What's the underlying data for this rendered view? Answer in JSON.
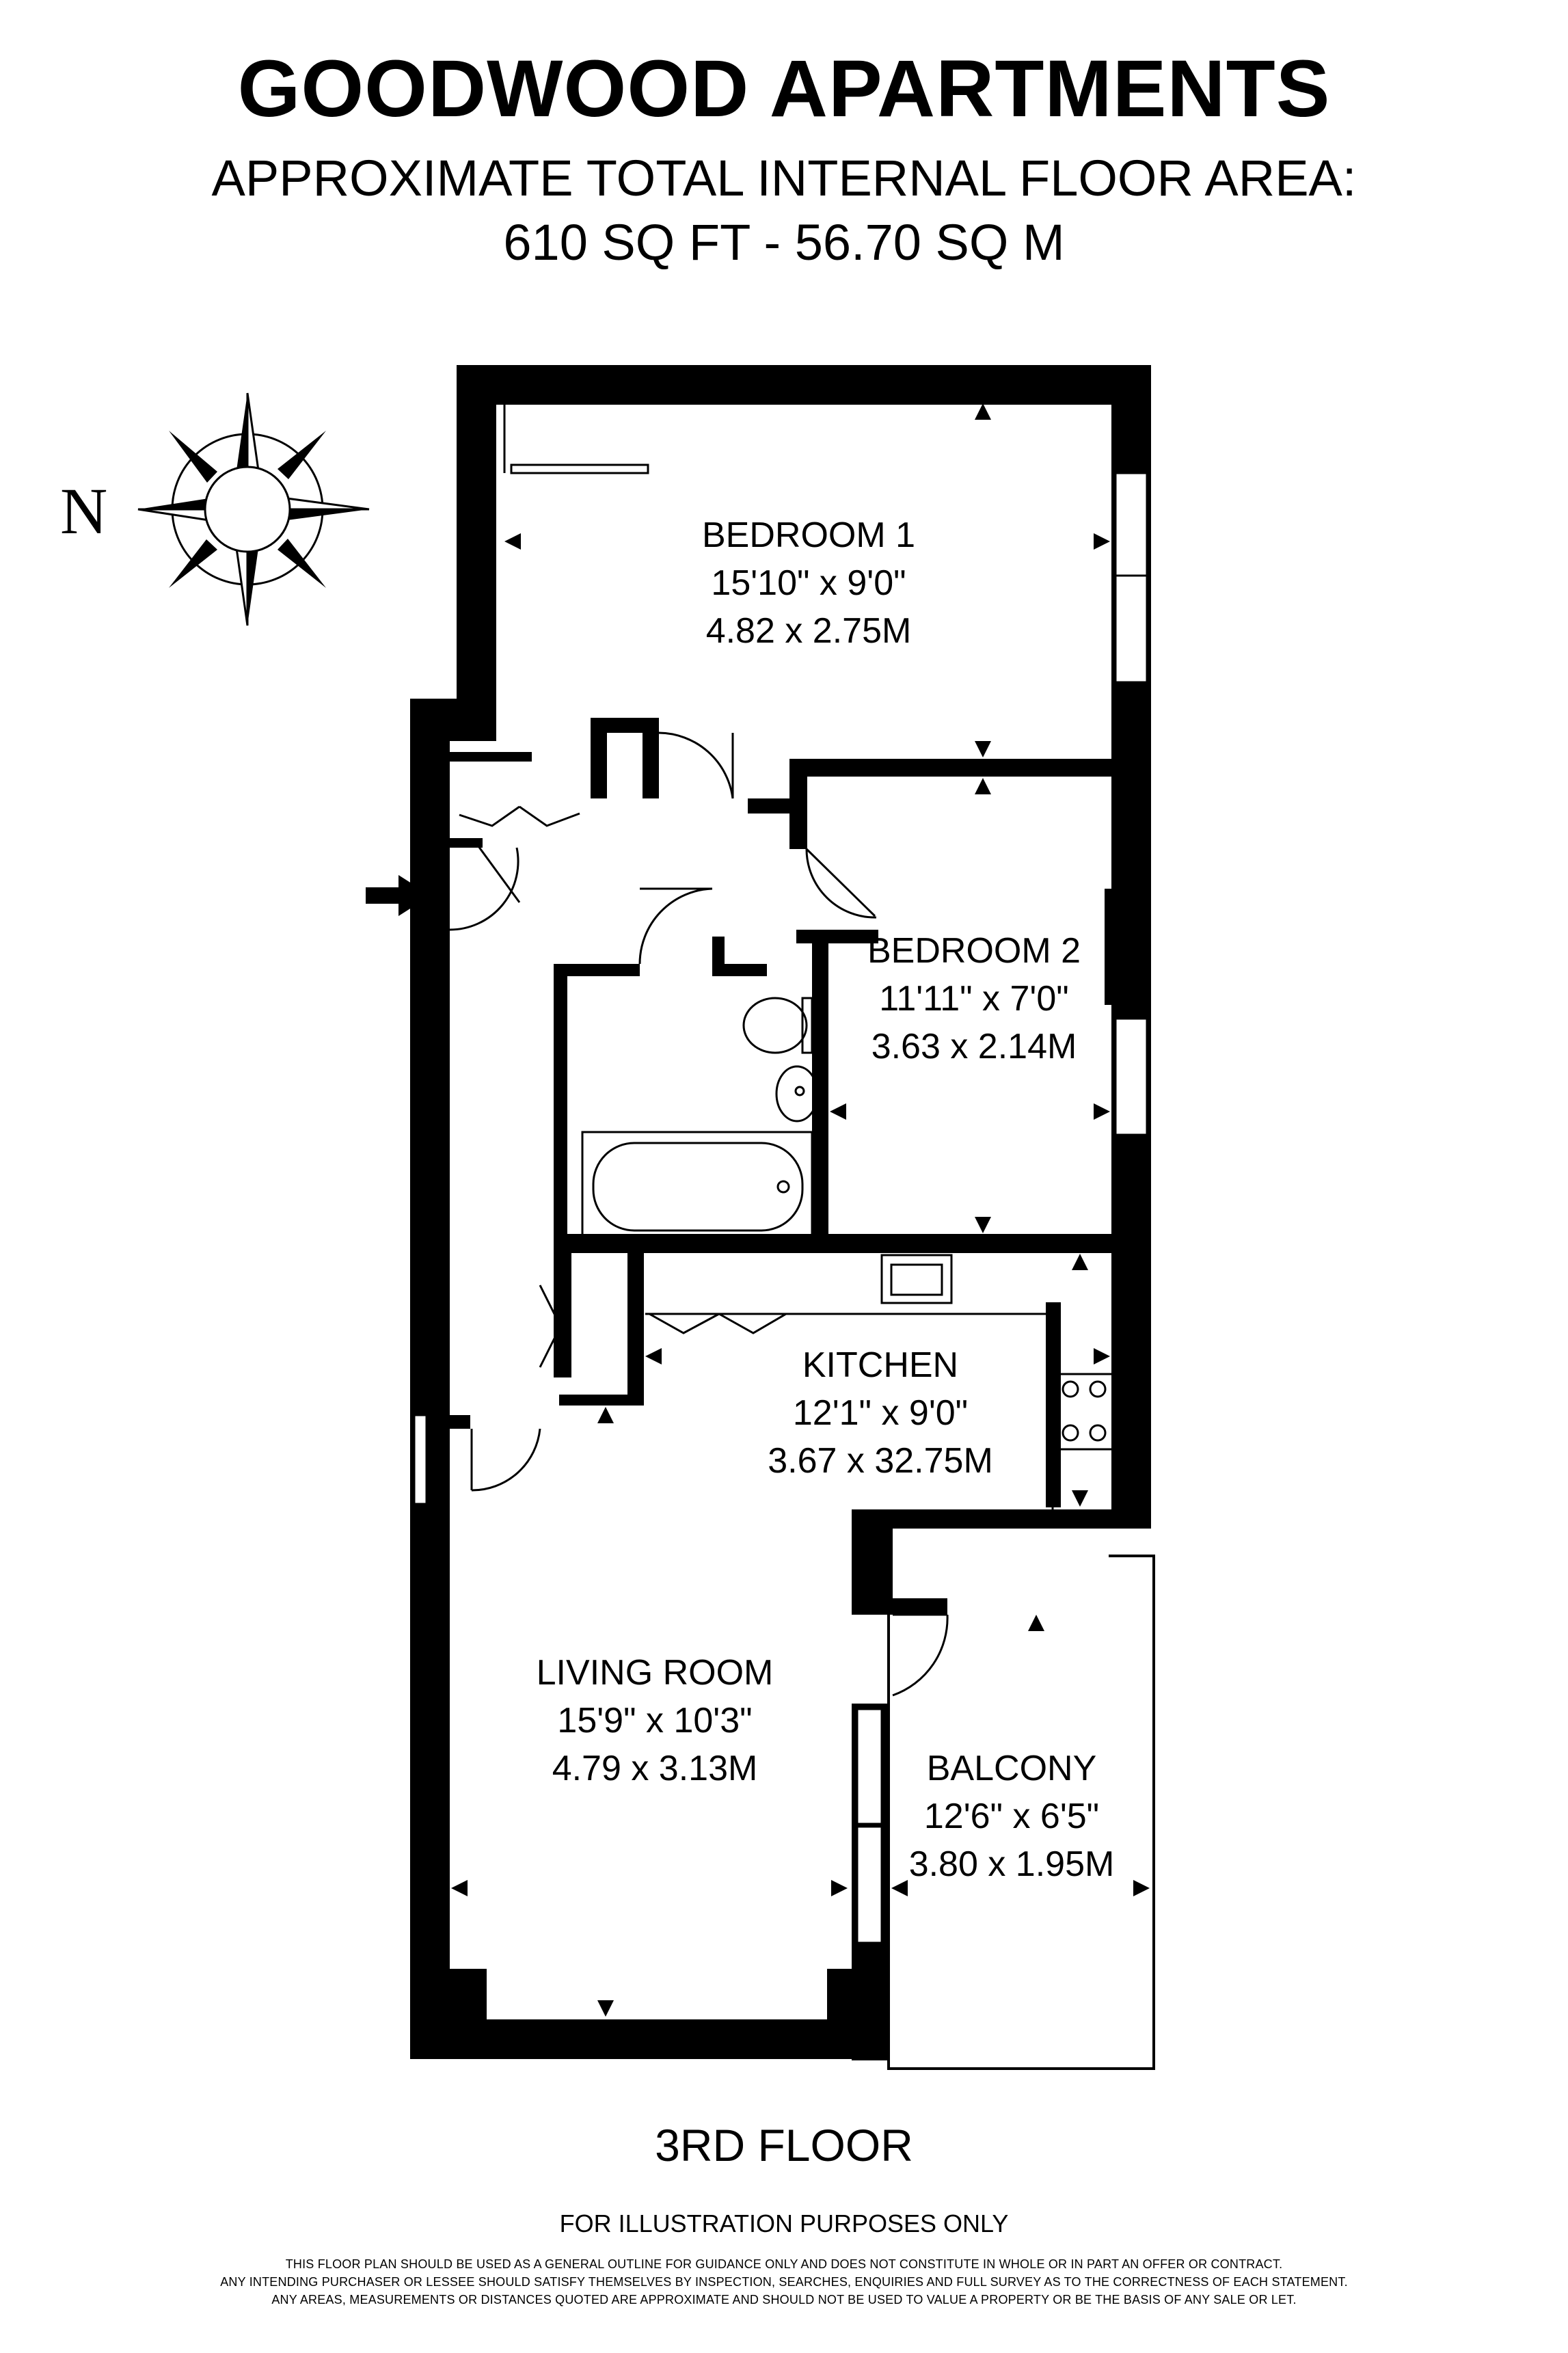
{
  "header": {
    "title": "GOODWOOD APARTMENTS",
    "subtitle_line1": "APPROXIMATE TOTAL INTERNAL FLOOR AREA:",
    "subtitle_line2": "610 SQ FT - 56.70 SQ M"
  },
  "compass": {
    "north_letter": "N",
    "icon": "compass-rose-icon"
  },
  "entrance": {
    "icon": "entrance-arrow-icon"
  },
  "rooms": {
    "bedroom1": {
      "name": "BEDROOM 1",
      "imperial": "15'10\" x 9'0\"",
      "metric": "4.82 x 2.75M"
    },
    "bedroom2": {
      "name": "BEDROOM 2",
      "imperial": "11'11\" x 7'0\"",
      "metric": "3.63 x 2.14M"
    },
    "kitchen": {
      "name": "KITCHEN",
      "imperial": "12'1\" x 9'0\"",
      "metric": "3.67 x 32.75M"
    },
    "living": {
      "name": "LIVING ROOM",
      "imperial": "15'9\" x 10'3\"",
      "metric": "4.79 x 3.13M"
    },
    "balcony": {
      "name": "BALCONY",
      "imperial": "12'6\" x 6'5\"",
      "metric": "3.80 x 1.95M"
    }
  },
  "footer": {
    "floor": "3RD FLOOR",
    "illustration": "FOR ILLUSTRATION PURPOSES ONLY",
    "disclaimer1": "THIS FLOOR PLAN SHOULD BE USED AS A GENERAL OUTLINE FOR GUIDANCE ONLY AND DOES NOT CONSTITUTE IN WHOLE OR IN PART AN OFFER OR CONTRACT.",
    "disclaimer2": "ANY INTENDING PURCHASER OR LESSEE SHOULD SATISFY THEMSELVES BY INSPECTION, SEARCHES, ENQUIRIES AND FULL SURVEY AS TO THE CORRECTNESS OF EACH STATEMENT.",
    "disclaimer3": "ANY AREAS, MEASUREMENTS OR DISTANCES QUOTED ARE APPROXIMATE AND SHOULD NOT BE USED TO VALUE A PROPERTY OR BE THE BASIS OF ANY SALE OR LET."
  },
  "colors": {
    "wall": "#000000",
    "background": "#ffffff",
    "line": "#000000"
  }
}
